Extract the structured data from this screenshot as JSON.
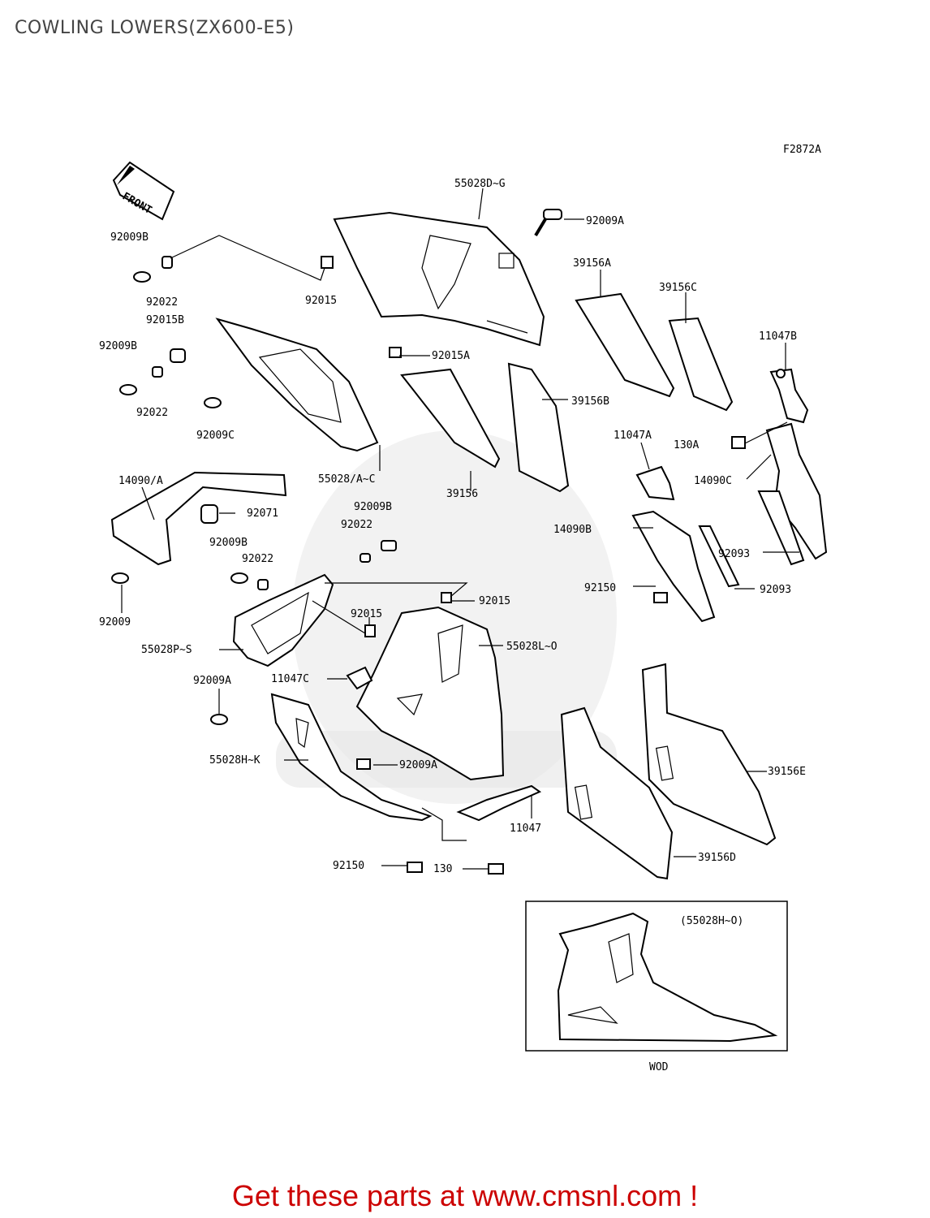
{
  "title": "COWLING LOWERS(ZX600-E5)",
  "figure_code": "F2872A",
  "front_arrow_label": "FRONT",
  "labels": {
    "l55028DG": "55028D~G",
    "l92009A_top": "92009A",
    "l39156A": "39156A",
    "l39156C": "39156C",
    "l11047B": "11047B",
    "l92009B_1": "92009B",
    "l92022_1": "92022",
    "l92015_top": "92015",
    "l92015B": "92015B",
    "l92009B_2": "92009B",
    "l92022_2": "92022",
    "l92015A": "92015A",
    "l39156B": "39156B",
    "l92009C": "92009C",
    "l55028AC": "55028/A~C",
    "l39156": "39156",
    "l11047A": "11047A",
    "l130A": "130A",
    "l14090C": "14090C",
    "l14090A": "14090/A",
    "l92071": "92071",
    "l92009B_3": "92009B",
    "l92022_3": "92022",
    "l92009B_4": "92009B",
    "l92022_4": "92022",
    "l14090B": "14090B",
    "l92093_1": "92093",
    "l92093_2": "92093",
    "l92150_1": "92150",
    "l92009": "92009",
    "l92015_mid": "92015",
    "l92015_right": "92015",
    "l55028PS": "55028P~S",
    "l55028LO": "55028L~O",
    "l11047C": "11047C",
    "l92009A_left": "92009A",
    "l55028HK": "55028H~K",
    "l92009A_bottom": "92009A",
    "l39156E": "39156E",
    "l11047": "11047",
    "l39156D": "39156D",
    "l92150_2": "92150",
    "l130": "130",
    "inset_ref": "(55028H~O)",
    "inset_caption": "WOD"
  },
  "footer": "Get these parts at www.cmsnl.com !"
}
